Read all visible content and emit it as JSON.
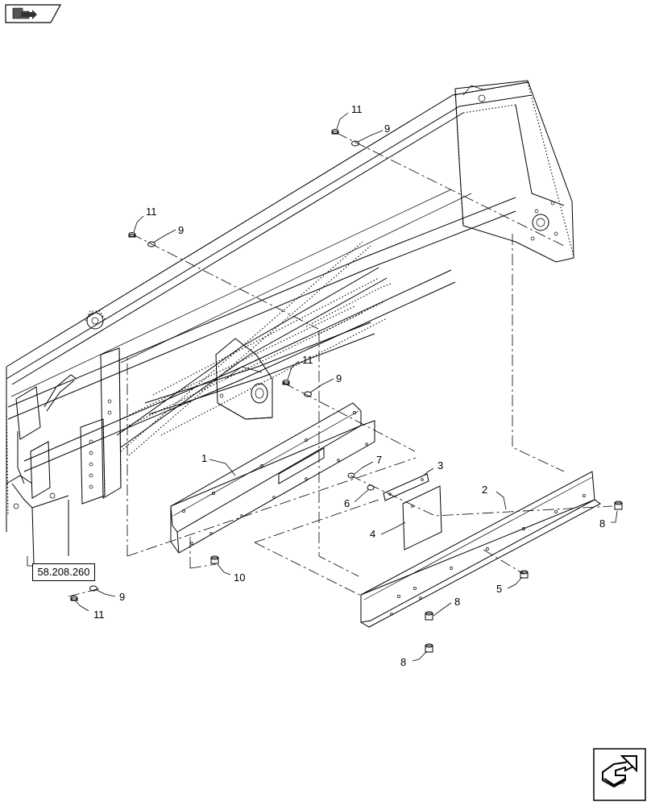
{
  "diagram": {
    "callouts": {
      "c1": "1",
      "c2": "2",
      "c3": "3",
      "c4": "4",
      "c5": "5",
      "c6": "6",
      "c7": "7",
      "c8a": "8",
      "c8b": "8",
      "c8c": "8",
      "c9a": "9",
      "c9b": "9",
      "c9c": "9",
      "c9d": "9",
      "c10": "10",
      "c11a": "11",
      "c11b": "11",
      "c11c": "11",
      "c11d": "11"
    },
    "reference_link": "58.208.260"
  },
  "icons": {
    "top_left": "tag-arrow-icon",
    "bottom_right": "next-page-arrow-icon"
  },
  "colors": {
    "ink": "#000000",
    "paper": "#ffffff",
    "shadow": "#888888"
  }
}
